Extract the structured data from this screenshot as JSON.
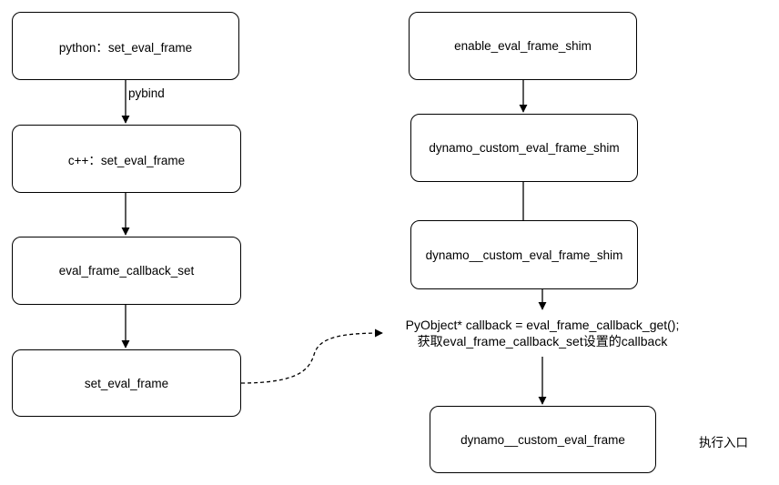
{
  "left_flow": {
    "python_node": "python：set_eval_frame",
    "pybind_label": "pybind",
    "cpp_node": "c++：set_eval_frame",
    "callback_set_node": "eval_frame_callback_set",
    "set_eval_frame_node": "set_eval_frame"
  },
  "right_flow": {
    "enable_shim_node": "enable_eval_frame_shim",
    "custom_shim_node": "dynamo_custom_eval_frame_shim",
    "custom_shim_node_2": "dynamo__custom_eval_frame_shim",
    "callback_get_line1": "PyObject* callback = eval_frame_callback_get();",
    "callback_get_line2": "获取eval_frame_callback_set设置的callback",
    "custom_eval_frame_node": "dynamo__custom_eval_frame",
    "entry_label": "执行入口"
  }
}
